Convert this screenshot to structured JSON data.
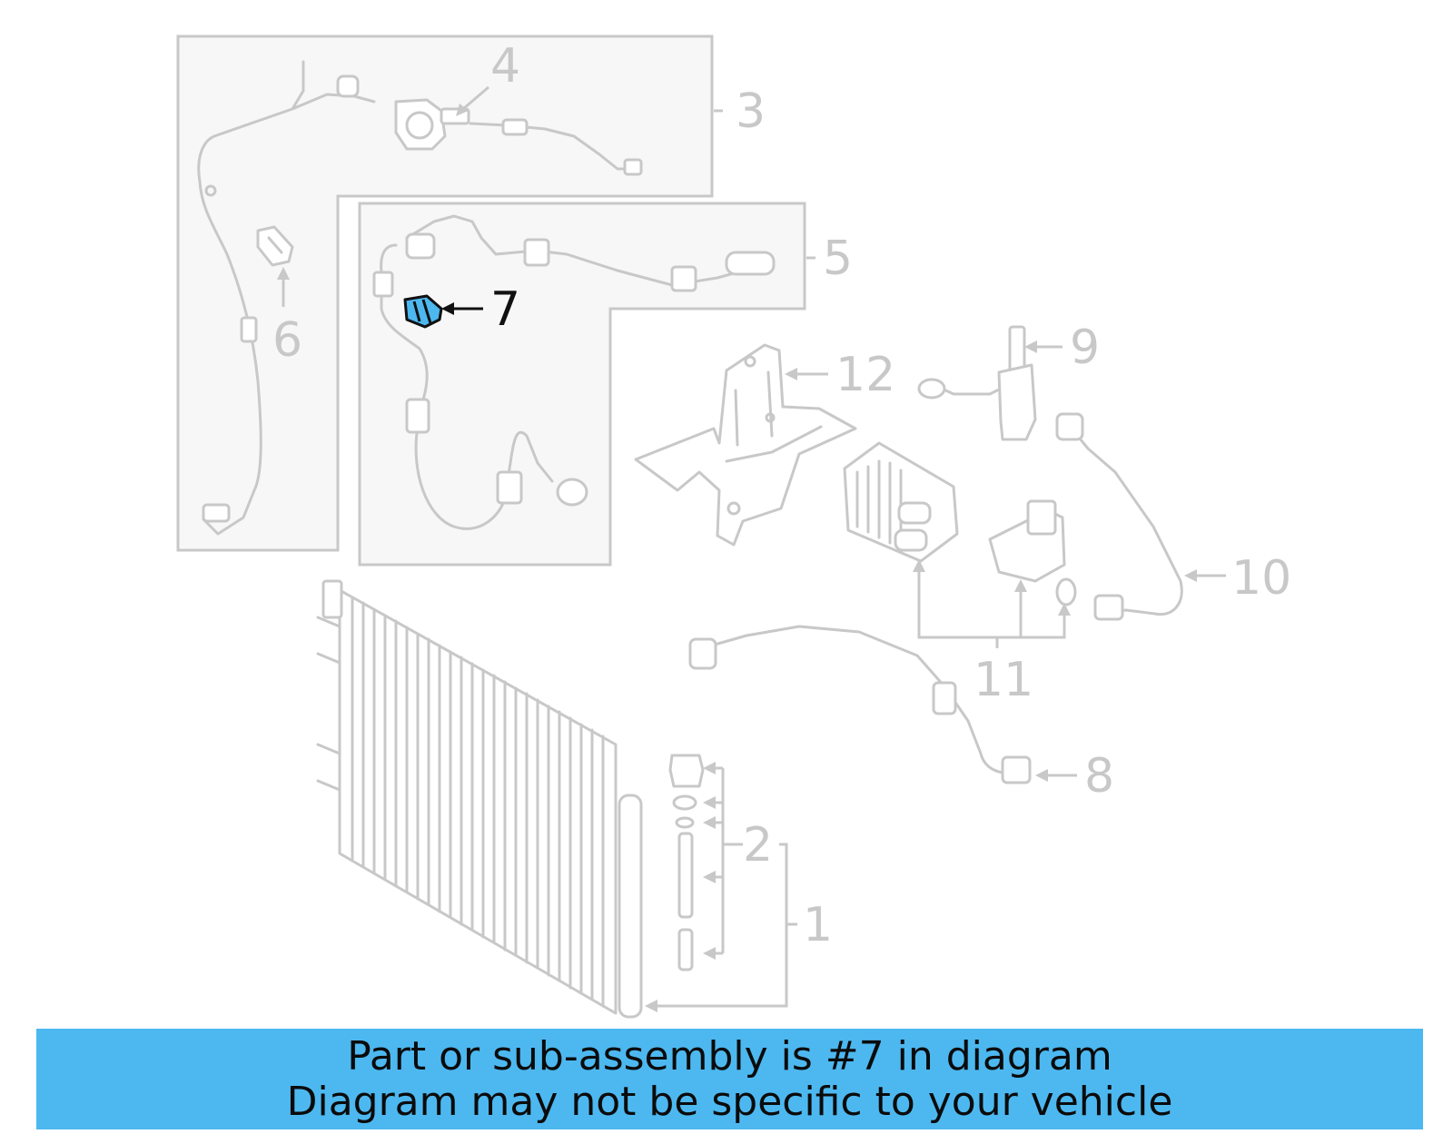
{
  "callouts": {
    "c1": "1",
    "c2": "2",
    "c3": "3",
    "c4": "4",
    "c5": "5",
    "c6": "6",
    "c7": "7",
    "c8": "8",
    "c9": "9",
    "c10": "10",
    "c11": "11",
    "c12": "12"
  },
  "highlighted_part": "7",
  "colors": {
    "highlight": "#4db8f0",
    "banner": "#4db8f0",
    "inactive": "#c8c8c8",
    "active": "#111111"
  },
  "banner": {
    "line1": "Part or sub-assembly is #7 in diagram",
    "line2": "Diagram may not be specific to your vehicle"
  }
}
